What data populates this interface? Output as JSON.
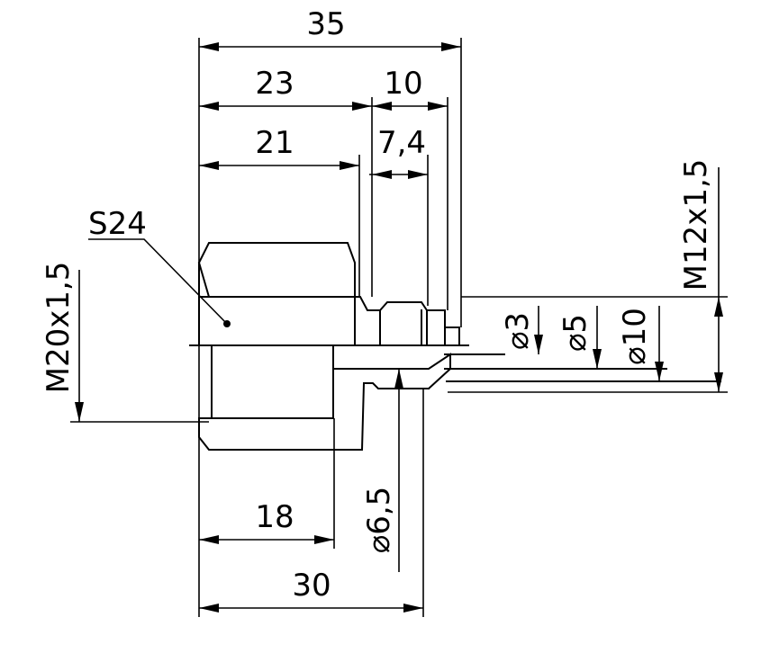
{
  "drawing": {
    "labels": {
      "d35": "35",
      "d23": "23",
      "d10": "10",
      "d21": "21",
      "d7_4": "7,4",
      "s24": "S24",
      "m20": "M20x1,5",
      "m12": "M12x1,5",
      "dia3": "⌀3",
      "dia5": "⌀5",
      "dia10": "⌀10",
      "dia6_5": "⌀6,5",
      "d18": "18",
      "d30": "30"
    }
  }
}
